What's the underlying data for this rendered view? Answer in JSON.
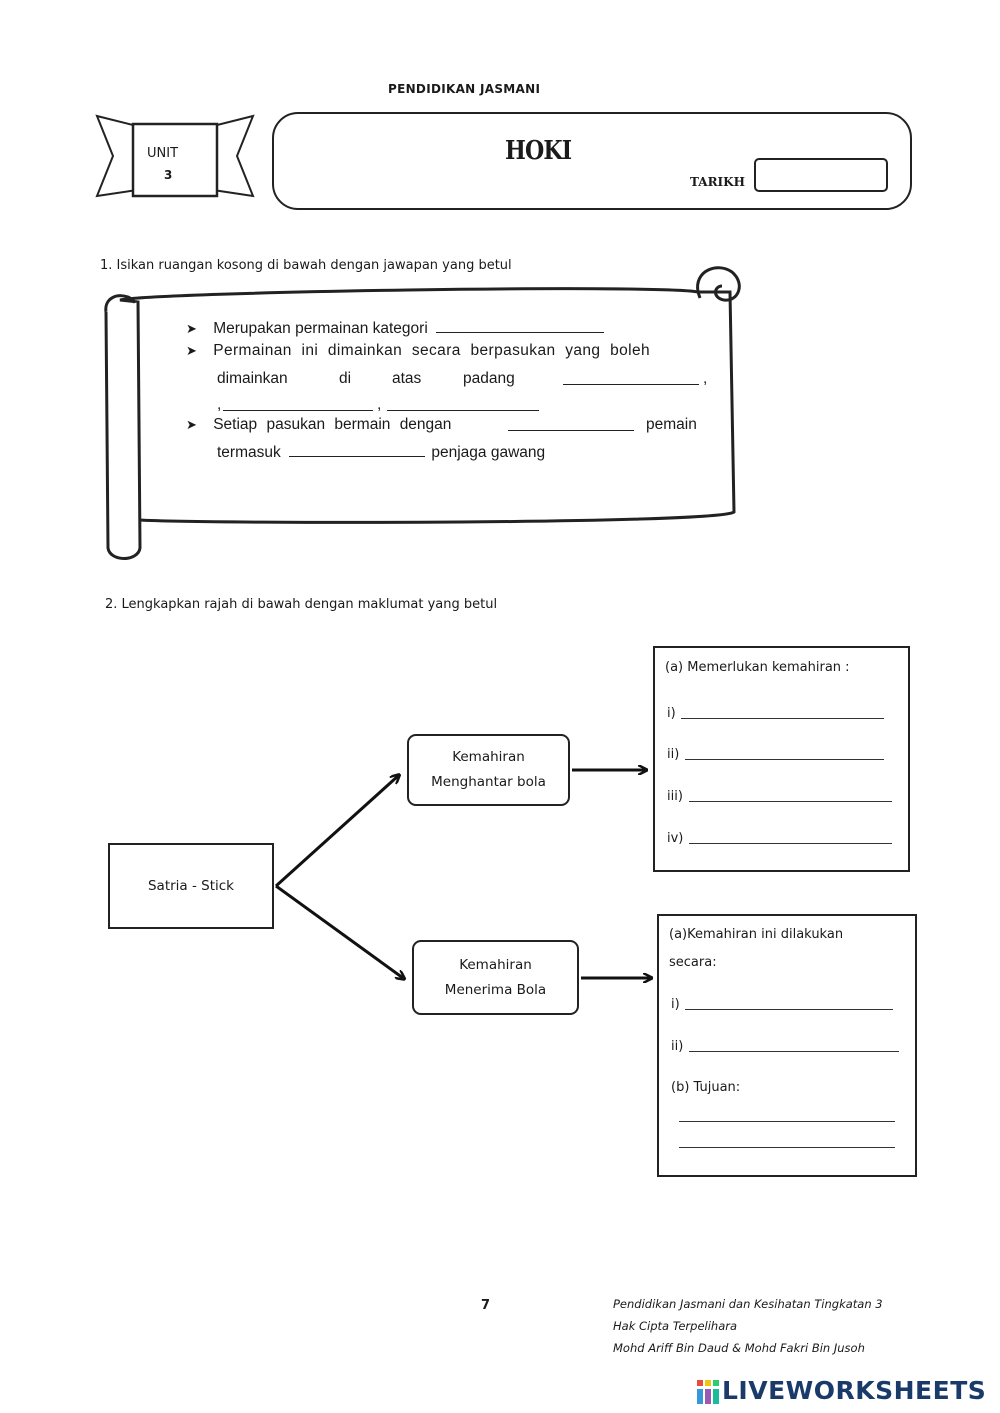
{
  "header": {
    "subject": "PENDIDIKAN JASMANI",
    "unit_label": "UNIT",
    "unit_number": "3",
    "title": "HOKI",
    "date_label": "TARIKH"
  },
  "question1": {
    "prompt": "1.  Isikan ruangan kosong di bawah dengan jawapan yang betul",
    "line1": "Merupakan permainan kategori",
    "line2a": "Permainan ini dimainkan secara berpasukan yang boleh",
    "line2b_words": [
      "dimainkan",
      "di",
      "atas",
      "padang"
    ],
    "line3a": "Setiap pasukan bermain dengan",
    "line3b": "pemain",
    "line3c": "termasuk",
    "line3d": "penjaga gawang"
  },
  "question2": {
    "prompt": "2.  Lengkapkan rajah di bawah dengan maklumat yang betul",
    "root": "Satria - Stick",
    "skill_pass": [
      "Kemahiran",
      "Menghantar bola"
    ],
    "skill_receive": [
      "Kemahiran",
      "Menerima Bola"
    ],
    "box_a": {
      "heading": "(a) Memerlukan kemahiran :",
      "items": [
        "i)",
        "ii)",
        "iii)",
        "iv)"
      ]
    },
    "box_b": {
      "heading_line1": "(a)Kemahiran ini dilakukan",
      "heading_line2": "secara:",
      "items": [
        "i)",
        "ii)"
      ],
      "purpose_label": "(b) Tujuan:"
    }
  },
  "footer": {
    "page_number": "7",
    "credit_line1": "Pendidikan Jasmani dan Kesihatan  Tingkatan 3",
    "credit_line2": "Hak Cipta Terpelihara",
    "credit_line3": "Mohd Ariff Bin Daud  & Mohd Fakri Bin Jusoh",
    "brand": "LIVEWORKSHEETS"
  }
}
